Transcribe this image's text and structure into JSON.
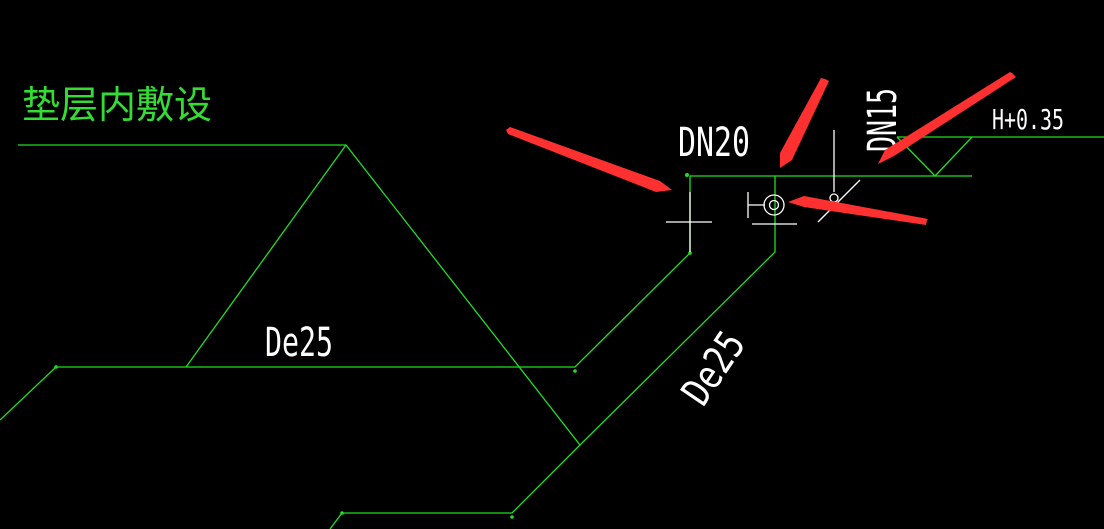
{
  "drawing": {
    "title": "垫层内敷设",
    "labels": {
      "pipe_left": "De25",
      "pipe_diagonal": "De25",
      "dn20": "DN20",
      "dn15": "DN15",
      "elevation": "H+0.35"
    }
  },
  "colors": {
    "background": "#000000",
    "line": "#22dd22",
    "text_white": "#ffffff",
    "text_green": "#33dd33",
    "arrow": "#ff3030"
  }
}
